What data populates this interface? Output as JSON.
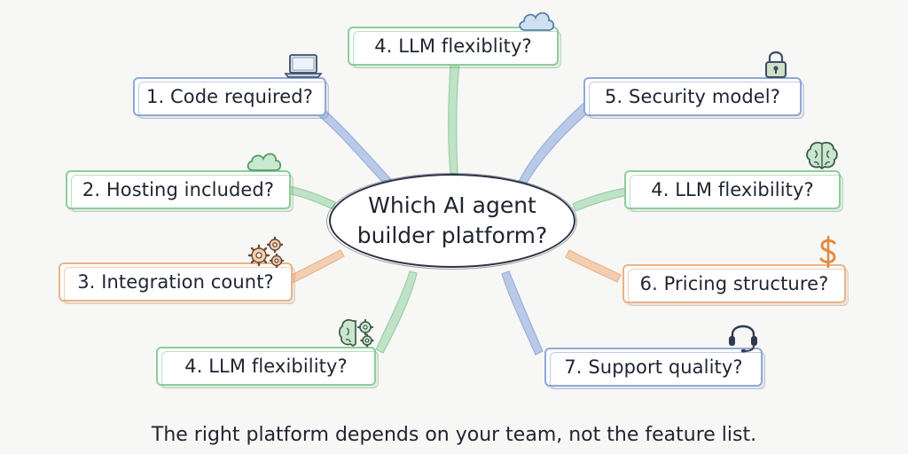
{
  "center": {
    "line1": "Which AI agent",
    "line2": "builder platform?"
  },
  "nodes": {
    "top": "4. LLM flexiblity?",
    "code": "1. Code required?",
    "security": "5. Security model?",
    "hosting": "2. Hosting included?",
    "llm_right": "4. LLM flexibility?",
    "integration": "3. Integration count?",
    "pricing": "6. Pricing structure?",
    "llm_left": "4. LLM flexibility?",
    "support": "7. Support quality?"
  },
  "icons": {
    "top": "cloud-icon",
    "code": "laptop-icon",
    "security": "padlock-icon",
    "hosting": "cloud-icon",
    "llm_right": "brain-icon",
    "integration": "gears-icon",
    "pricing": "dollar-icon",
    "llm_left": "brain-gear-icon",
    "support": "headset-icon"
  },
  "colors": {
    "blue": "#8fa8d8",
    "green": "#8ccf98",
    "orange": "#ebb38a",
    "dark": "#2c3344"
  },
  "caption": "The right platform depends on your team, not the feature list."
}
